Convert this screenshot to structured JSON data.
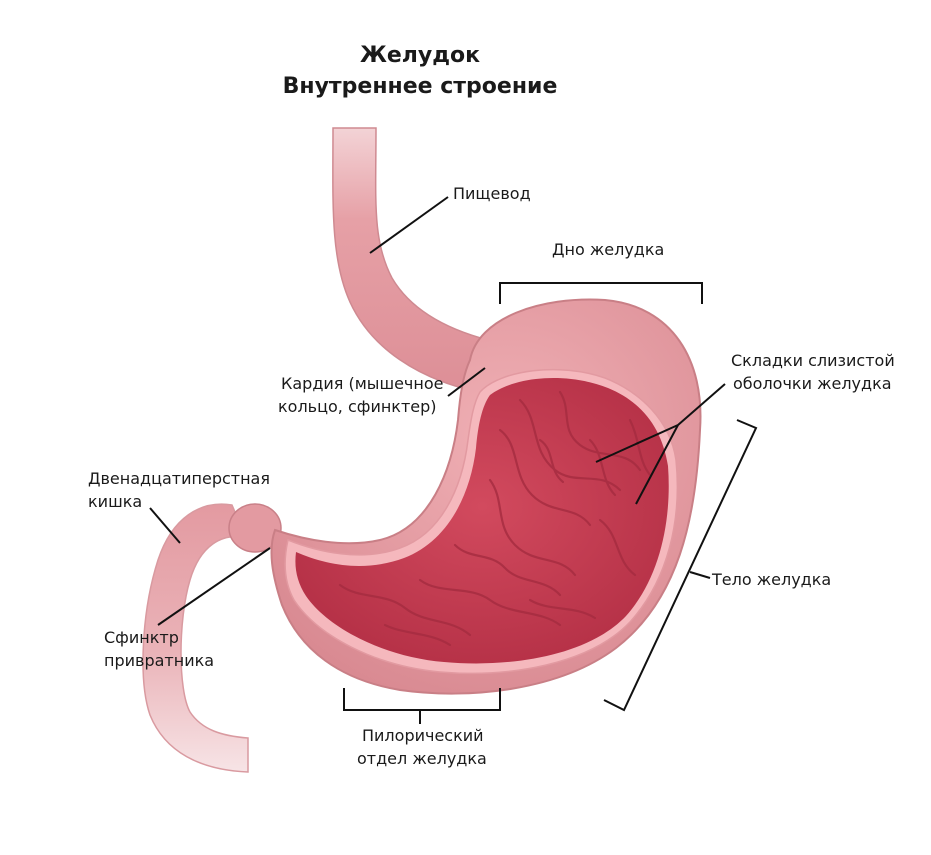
{
  "title": {
    "line1": "Желудок",
    "line2": "Внутреннее строение"
  },
  "labels": {
    "esophagus": "Пищевод",
    "fundus": "Дно желудка",
    "cardia_line1": "Кардия (мышечное",
    "cardia_line2": "кольцо, сфинктер)",
    "mucosa_folds_line1": "Складки слизистой",
    "mucosa_folds_line2": "оболочки желудка",
    "duodenum_line1": "Двенадцатиперстная",
    "duodenum_line2": "кишка",
    "body": "Тело желудка",
    "pyloric_sphincter_line1": "Сфинктр",
    "pyloric_sphincter_line2": "привратника",
    "pyloric_part_line1": "Пилорический",
    "pyloric_part_line2": "отдел желудка"
  },
  "colors": {
    "outer_wall": "#e8a1a6",
    "wall_shade": "#c97f86",
    "inner_rim": "#f5b8bd",
    "cavity": "#c23a4f",
    "folds": "#a52c40",
    "leader_lines": "#111111"
  }
}
